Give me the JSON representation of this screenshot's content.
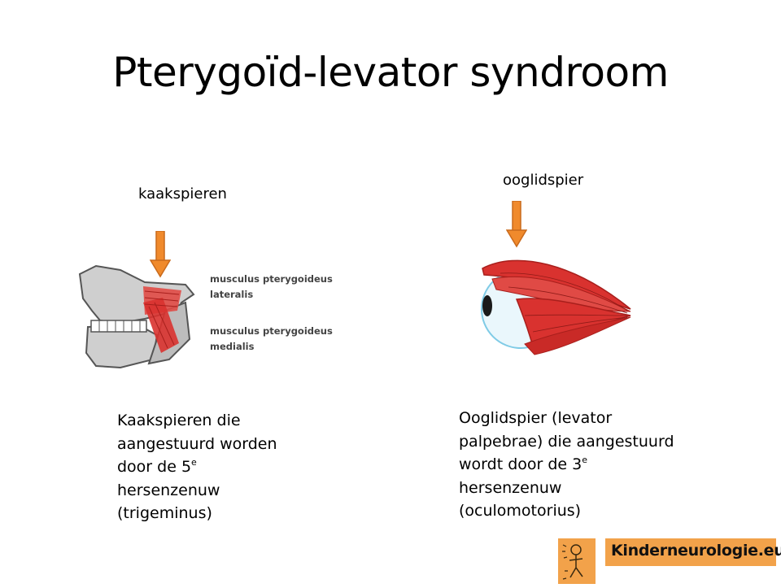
{
  "title": "Pterygoïd-levator syndroom",
  "left": {
    "label": "kaakspieren",
    "annotation_1a": "musculus pterygoideus",
    "annotation_1b": "lateralis",
    "annotation_2a": "musculus pterygoideus",
    "annotation_2b": "medialis",
    "caption_l1": "Kaakspieren die",
    "caption_l2": "aangestuurd worden",
    "caption_l3a": "door de 5",
    "caption_l3sup": "e",
    "caption_l4": "hersenzenuw",
    "caption_l5": "(trigeminus)"
  },
  "right": {
    "label": "ooglidspier",
    "caption_l1": "Ooglidspier (levator",
    "caption_l2": "palpebrae) die aangestuurd",
    "caption_l3a": "wordt door de 3",
    "caption_l3sup": "e",
    "caption_l4": "hersenzenuw",
    "caption_l5": "(oculomotorius)"
  },
  "logo": {
    "text": "Kinderneurologie.eu"
  },
  "colors": {
    "arrow": "#f08a2c",
    "muscle": "#d9322f",
    "bone": "#c8c8c8",
    "eye": "#9fd8ec",
    "logo_bg": "#f2a24a"
  },
  "icons": {
    "arrow": "down-arrow-icon",
    "logo": "child-figure-icon"
  }
}
